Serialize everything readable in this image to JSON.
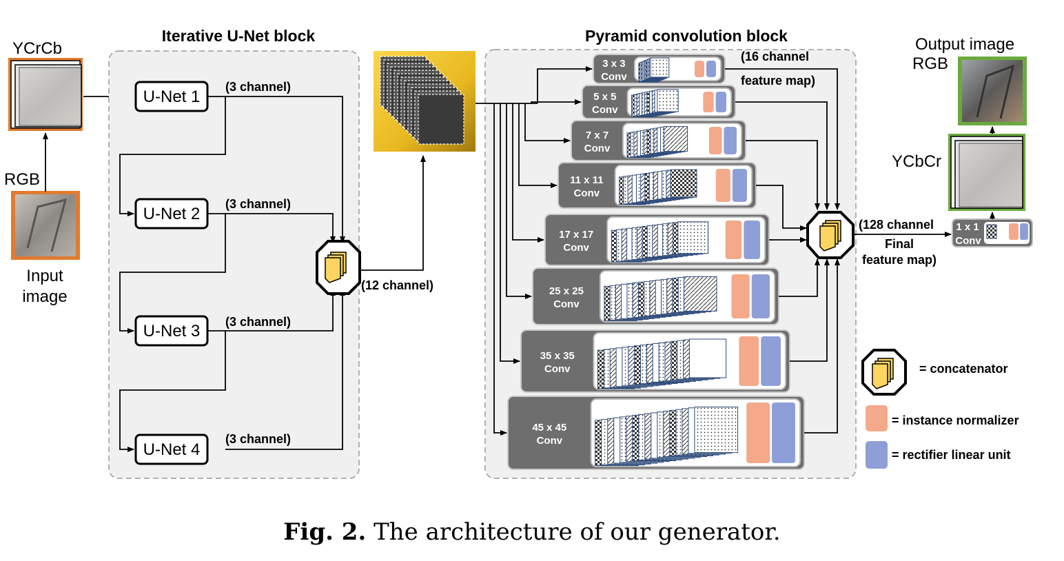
{
  "input": {
    "top_label": "YCrCb",
    "side_label": "RGB",
    "bottom_label_line1": "Input",
    "bottom_label_line2": "image"
  },
  "unet_block": {
    "title": "Iterative U-Net block",
    "units": [
      "U-Net 1",
      "U-Net 2",
      "U-Net 3",
      "U-Net 4"
    ],
    "channel_label": "(3 channel)",
    "concat_label": "(12 channel)"
  },
  "pyramid_block": {
    "title": "Pyramid convolution block",
    "convs": [
      {
        "size": "3 x 3",
        "op": "Conv"
      },
      {
        "size": "5 x 5",
        "op": "Conv"
      },
      {
        "size": "7 x 7",
        "op": "Conv"
      },
      {
        "size": "11 x 11",
        "op": "Conv"
      },
      {
        "size": "17 x 17",
        "op": "Conv"
      },
      {
        "size": "25 x 25",
        "op": "Conv"
      },
      {
        "size": "35 x 35",
        "op": "Conv"
      },
      {
        "size": "45 x 45",
        "op": "Conv"
      }
    ],
    "feature_line1": "(16 channel",
    "feature_line2": "feature map)"
  },
  "final": {
    "line1": "(128 channel",
    "line2": "Final",
    "line3": "feature map)",
    "conv_size": "1 x 1",
    "conv_op": "Conv"
  },
  "output": {
    "top_line1": "Output image",
    "top_line2": "RGB",
    "ycbcr_label": "YCbCr"
  },
  "legend": {
    "concatenator": "= concatenator",
    "instance_normalizer": "= instance normalizer",
    "relu": "= rectifier linear unit"
  },
  "caption": {
    "prefix": "Fig. 2.",
    "text": " The architecture of our generator."
  },
  "colors": {
    "instance_norm": "#f4a98a",
    "relu": "#8e9fd8",
    "concat_fill": "#fbd55f",
    "input_frame": "#e07b2f",
    "output_frame": "#6aaa3e",
    "conv_box": "#6e6e6e"
  }
}
